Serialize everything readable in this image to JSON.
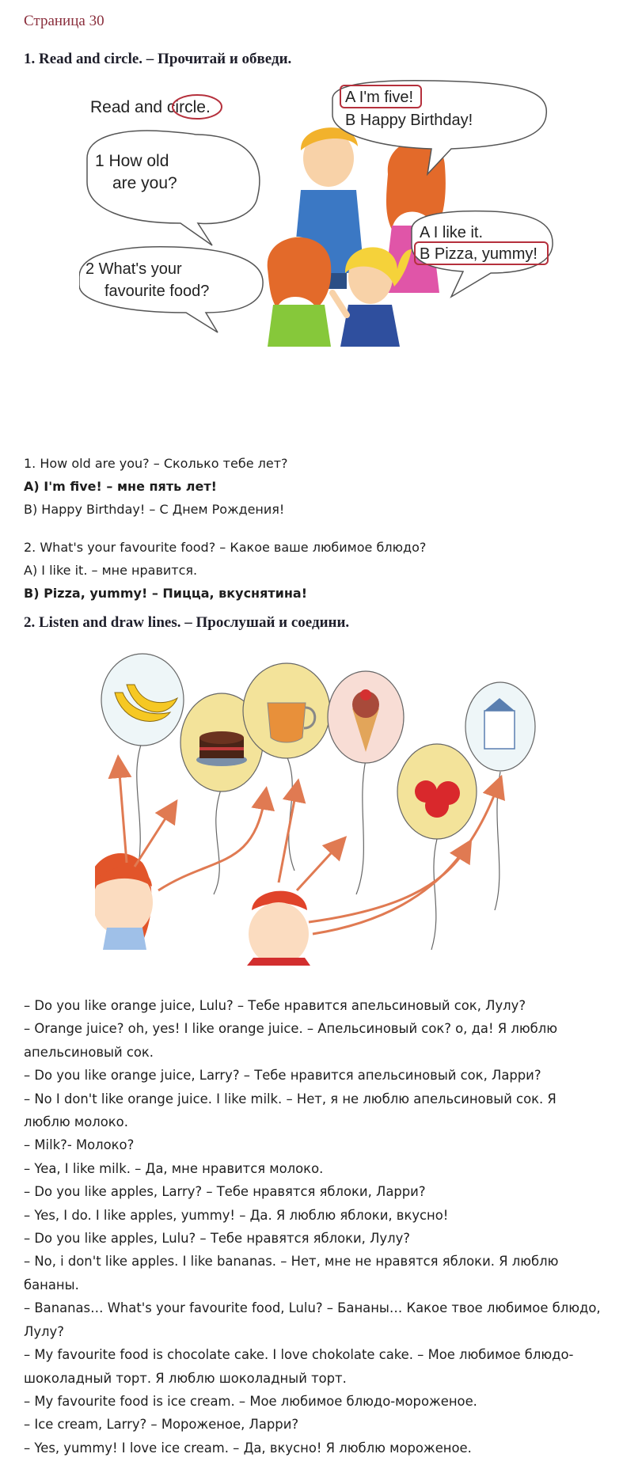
{
  "page": {
    "breadcrumb": "Страница 30"
  },
  "ex1": {
    "heading": "1. Read and circle. – Прочитай и обведи.",
    "illustration": {
      "title_a": "Read and ",
      "title_circle": "circle",
      "title_dot": ".",
      "q1_line1": "1  How old",
      "q1_line2": "are you?",
      "a1_a": "A  I'm five!",
      "a1_b": "B  Happy Birthday!",
      "q2_line1": "2  What's your",
      "q2_line2": "favourite food?",
      "a2_a": "A  I like it.",
      "a2_b": "B  Pizza, yummy!"
    },
    "answers": [
      {
        "text": "1. How old are you? –  Сколько тебе лет?",
        "bold": false
      },
      {
        "text": "A) I'm five! –  мне пять лет!",
        "bold": true
      },
      {
        "text": "B) Happy Birthday! – С Днем Рождения!",
        "bold": false
      },
      {
        "text": "2. What's your favourite food? – Какое ваше любимое блюдо?",
        "bold": false
      },
      {
        "text": "A) I like it. –  мне нравится.",
        "bold": false
      },
      {
        "text": "B) Pizza, yummy! – Пицца, вкуснятина!",
        "bold": true
      }
    ]
  },
  "ex2": {
    "heading": "2. Listen and draw lines. – Прослушай и соедини.",
    "dialogue": [
      "– Do you like orange juice, Lulu? – Тебе нравится апельсиновый сок, Лулу?",
      "– Orange juice? oh, yes! I like orange juice. – Апельсиновый сок? о, да! Я люблю апельсиновый сок.",
      "– Do you like orange juice, Larry? – Тебе нравится апельсиновый сок, Ларри?",
      "– No I don't like orange juice. I like milk. – Нет, я не люблю апельсиновый сок. Я люблю молоко.",
      "– Milk?- Молоко?",
      "– Yea, I like milk. – Да, мне нравится молоко.",
      "– Do you like apples, Larry? – Тебе нравятся яблоки, Ларри?",
      "– Yes, I do. I like apples, yummy! – Да. Я люблю яблоки, вкусно!",
      "– Do you like apples, Lulu? – Тебе нравятся яблоки, Лулу?",
      "– No, i don't like apples. I like bananas. – Нет, мне не нравятся яблоки. Я люблю бананы.",
      "– Bananas… What's your favourite food, Lulu? – Бананы… Какое твое любимое блюдо, Лулу?",
      "– My favourite food is chocolate cake. I love chokolate cake. –  Мое любимое блюдо-шоколадный торт. Я люблю шоколадный торт.",
      "– My favourite food is ice cream. –  Мое любимое блюдо-мороженое.",
      "– Ice cream, Larry? – Мороженое, Ларри?",
      "– Yes, yummy! I love ice cream. – Да, вкусно! Я люблю мороженое."
    ]
  },
  "colors": {
    "breadcrumb": "#8a2e3c",
    "arrow": "#e07a52",
    "circle": "#b5303c",
    "balloon": "#f3e39a"
  }
}
